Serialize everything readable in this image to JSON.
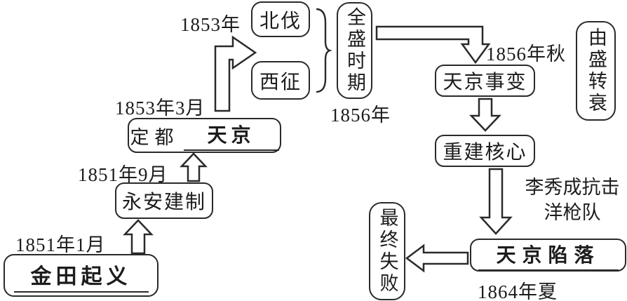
{
  "boxes": {
    "jintian": "金田起义",
    "yongan": "永安建制",
    "dingdu_prefix": "定都",
    "dingdu_blank": "天京",
    "beifa": "北伐",
    "xizheng": "西征",
    "quansheng": "全盛时期",
    "shibian": "天京事变",
    "yousheng": "由盛转衰",
    "chongjian": "重建核心",
    "xianluo": "天京陷落",
    "zuizhong": "最终失败"
  },
  "labels": {
    "date_1851_1": "1851年1月",
    "date_1851_9": "1851年9月",
    "date_1853_3": "1853年3月",
    "date_1853": "1853年",
    "date_1856": "1856年",
    "date_1856_autumn": "1856年秋",
    "date_1864_summer": "1864年夏",
    "annotation_line1": "李秀成抗击",
    "annotation_line2": "洋枪队"
  },
  "colors": {
    "ink": "#2a2a2a",
    "background": "#ffffff"
  }
}
